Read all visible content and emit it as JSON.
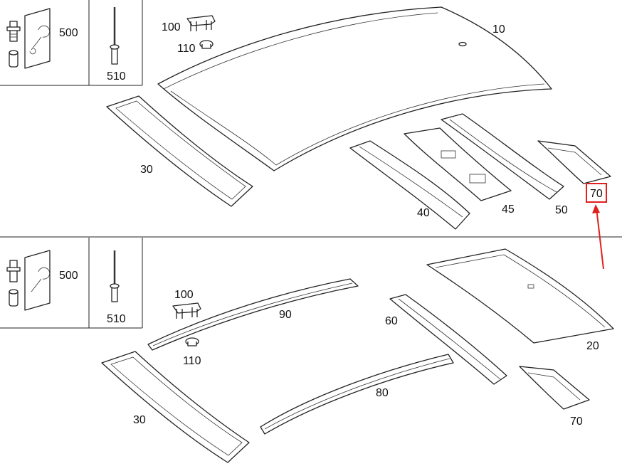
{
  "callouts": {
    "p10": "10",
    "p20": "20",
    "p30_top": "30",
    "p30_bottom": "30",
    "p40": "40",
    "p45": "45",
    "p50": "50",
    "p60": "60",
    "p70_top": "70",
    "p70_bottom": "70",
    "p80": "80",
    "p90": "90",
    "p100_top": "100",
    "p100_bottom": "100",
    "p110_top": "110",
    "p110_bottom": "110",
    "p500_top": "500",
    "p500_bottom": "500",
    "p510_top": "510",
    "p510_bottom": "510"
  },
  "icons": {
    "wrench": "wrench-icon",
    "bolt": "bolt-icon",
    "rivet": "rivet-icon",
    "clip": "clip-icon",
    "nut": "nut-icon"
  },
  "colors": {
    "line": "#222222",
    "highlight": "#e0201c",
    "background": "#ffffff"
  }
}
